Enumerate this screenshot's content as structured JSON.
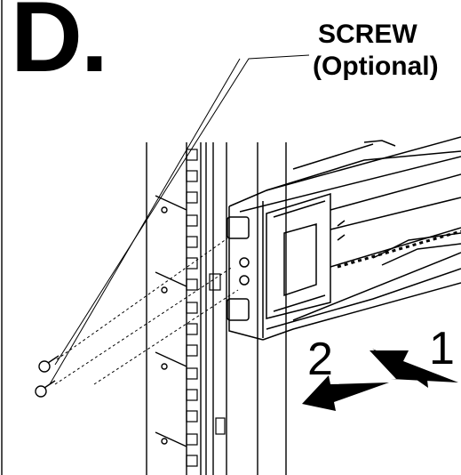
{
  "step_letter": "D.",
  "callout": {
    "line1": "SCREW",
    "line2": "(Optional)"
  },
  "step_numbers": {
    "first": "1",
    "second": "2"
  }
}
